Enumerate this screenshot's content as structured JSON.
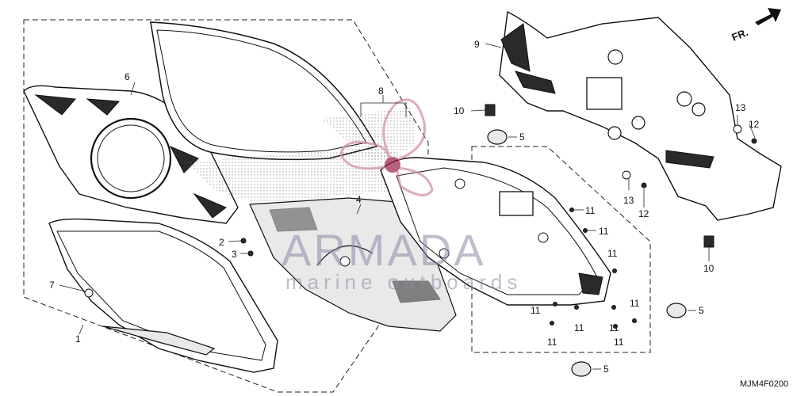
{
  "diagram": {
    "ref_code": "MJM4F0200",
    "direction_label": "FR.",
    "watermark": {
      "brand": "ARMADA",
      "tagline": "marine outboards"
    },
    "callouts": [
      {
        "id": "c1",
        "label": "1"
      },
      {
        "id": "c2",
        "label": "2"
      },
      {
        "id": "c3",
        "label": "3"
      },
      {
        "id": "c4",
        "label": "4"
      },
      {
        "id": "c5a",
        "label": "5"
      },
      {
        "id": "c5b",
        "label": "5"
      },
      {
        "id": "c5c",
        "label": "5"
      },
      {
        "id": "c6",
        "label": "6"
      },
      {
        "id": "c7",
        "label": "7"
      },
      {
        "id": "c8",
        "label": "8"
      },
      {
        "id": "c9",
        "label": "9"
      },
      {
        "id": "c10a",
        "label": "10"
      },
      {
        "id": "c10b",
        "label": "10"
      },
      {
        "id": "c11a",
        "label": "11"
      },
      {
        "id": "c11b",
        "label": "11"
      },
      {
        "id": "c11c",
        "label": "11"
      },
      {
        "id": "c11d",
        "label": "11"
      },
      {
        "id": "c11e",
        "label": "11"
      },
      {
        "id": "c11f",
        "label": "11"
      },
      {
        "id": "c11g",
        "label": "11"
      },
      {
        "id": "c11h",
        "label": "11"
      },
      {
        "id": "c11i",
        "label": "11"
      },
      {
        "id": "c12a",
        "label": "12"
      },
      {
        "id": "c12b",
        "label": "12"
      },
      {
        "id": "c13a",
        "label": "13"
      },
      {
        "id": "c13b",
        "label": "13"
      }
    ]
  }
}
